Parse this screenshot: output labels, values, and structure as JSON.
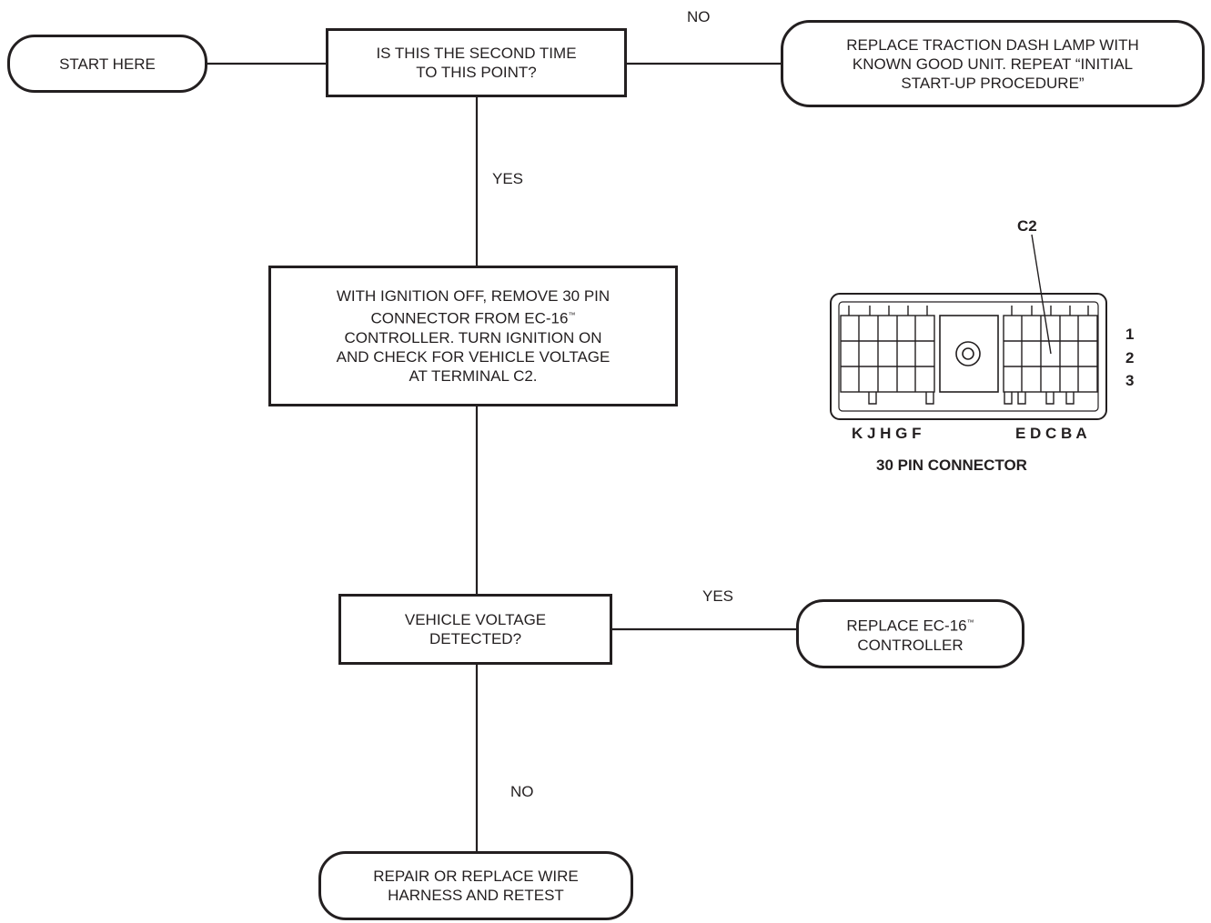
{
  "flowchart": {
    "start": "START HERE",
    "q1": "IS THIS THE SECOND TIME\nTO THIS POINT?",
    "q1_no": "NO",
    "q1_no_action": "REPLACE TRACTION DASH LAMP WITH\nKNOWN GOOD UNIT. REPEAT “INITIAL\nSTART-UP PROCEDURE”",
    "q1_yes": "YES",
    "step2_line1": "WITH IGNITION OFF, REMOVE 30 PIN",
    "step2_line2": "CONNECTOR FROM EC-16",
    "step2_line3": "CONTROLLER. TURN IGNITION ON\nAND CHECK FOR VEHICLE VOLTAGE\nAT TERMINAL C2.",
    "q2": "VEHICLE VOLTAGE\nDETECTED?",
    "q2_yes": "YES",
    "q2_yes_action_line1": "REPLACE EC-16",
    "q2_yes_action_line2": "CONTROLLER",
    "q2_no": "NO",
    "q2_no_action": "REPAIR OR REPLACE WIRE\nHARNESS AND RETEST",
    "tm": "™"
  },
  "connector": {
    "pointer_label": "C2",
    "rows": [
      "1",
      "2",
      "3"
    ],
    "left_cols": "K J H G F",
    "right_cols": "E D C B A",
    "title": "30 PIN CONNECTOR"
  }
}
